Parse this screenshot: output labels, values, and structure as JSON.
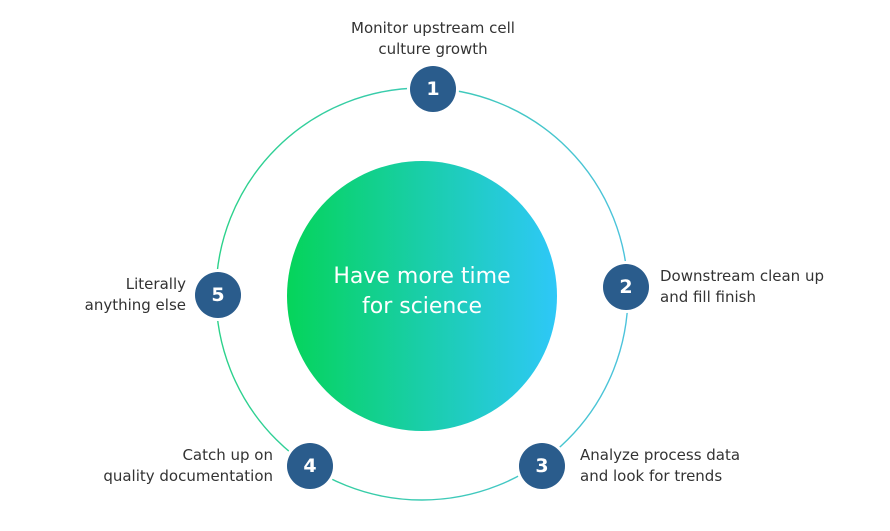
{
  "colors": {
    "ring": "#45c6b8",
    "node_fill": "#2a5c8c",
    "gradient_start": "#05d45a",
    "gradient_end": "#2ec8f8",
    "text": "#333333"
  },
  "center": {
    "line1": "Have more time",
    "line2": "for science"
  },
  "steps": [
    {
      "number": "1",
      "label_lines": [
        "Monitor upstream cell",
        "culture growth"
      ]
    },
    {
      "number": "2",
      "label_lines": [
        "Downstream clean up",
        "and fill finish"
      ]
    },
    {
      "number": "3",
      "label_lines": [
        "Analyze process data",
        "and look for trends"
      ]
    },
    {
      "number": "4",
      "label_lines": [
        "Catch up on",
        "quality documentation"
      ]
    },
    {
      "number": "5",
      "label_lines": [
        "Literally",
        "anything else"
      ]
    }
  ]
}
